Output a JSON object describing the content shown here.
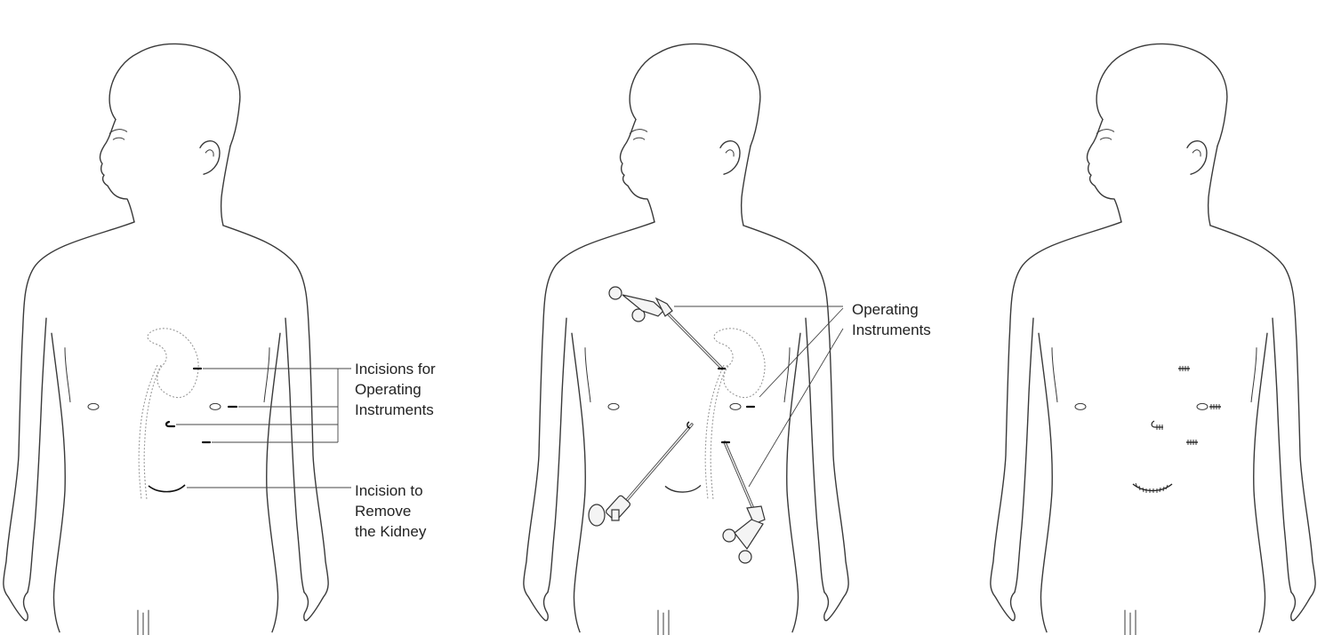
{
  "panels": [
    {
      "name": "incision-sites",
      "labels": [
        {
          "id": "incisions-for-operating-instruments",
          "lines": [
            "Incisions for",
            "Operating",
            "Instruments"
          ]
        },
        {
          "id": "incision-to-remove-kidney",
          "lines": [
            "Incision to",
            "Remove",
            "the Kidney"
          ]
        }
      ]
    },
    {
      "name": "instruments-inserted",
      "labels": [
        {
          "id": "operating-instruments",
          "lines": [
            "Operating",
            "Instruments"
          ]
        }
      ]
    },
    {
      "name": "healed-incisions",
      "labels": []
    }
  ],
  "colors": {
    "line": "#3a3a3a",
    "dotted_kidney": "#9a9a9a",
    "background": "#ffffff"
  }
}
